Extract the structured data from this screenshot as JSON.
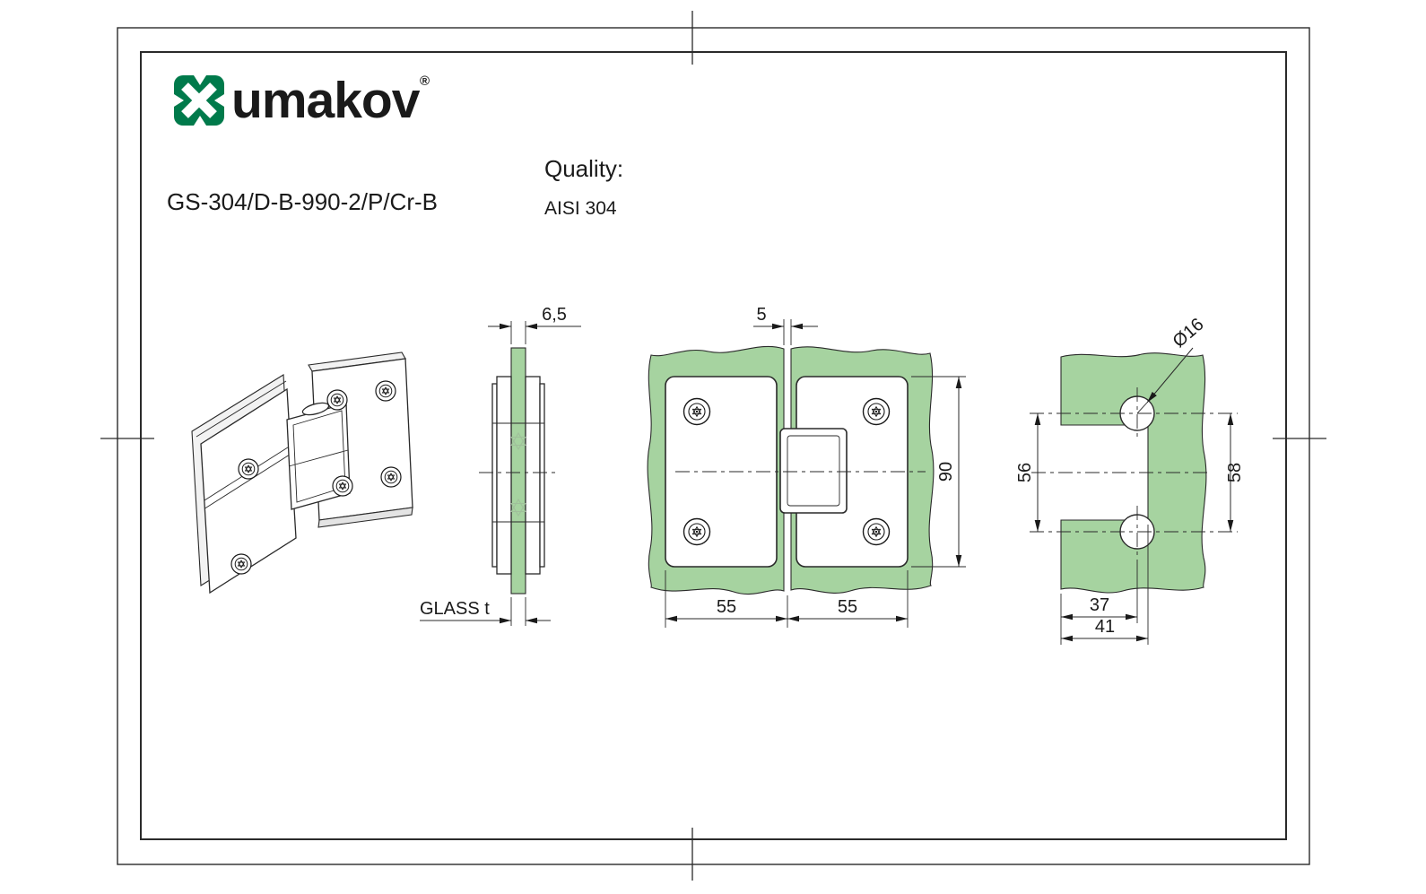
{
  "brand": {
    "name": "umakov",
    "registered_mark": "®"
  },
  "product": {
    "code": "GS-304/D-B-990-2/P/Cr-B",
    "quality_label": "Quality:",
    "quality_value": "AISI 304"
  },
  "views": {
    "side": {
      "thickness_dim": "6,5",
      "glass_label": "GLASS t"
    },
    "front": {
      "gap_dim": "5",
      "left_width_dim": "55",
      "right_width_dim": "55",
      "height_dim": "90"
    },
    "template": {
      "hole_dia_dim": "Ø16",
      "left_span_dim": "56",
      "right_span_dim": "58",
      "hole_center_dim": "37",
      "cutout_depth_dim": "41"
    }
  },
  "colors": {
    "brand_green": "#007a4b",
    "glass_green": "#a6d3a0",
    "line_black": "#2a2a2a"
  }
}
